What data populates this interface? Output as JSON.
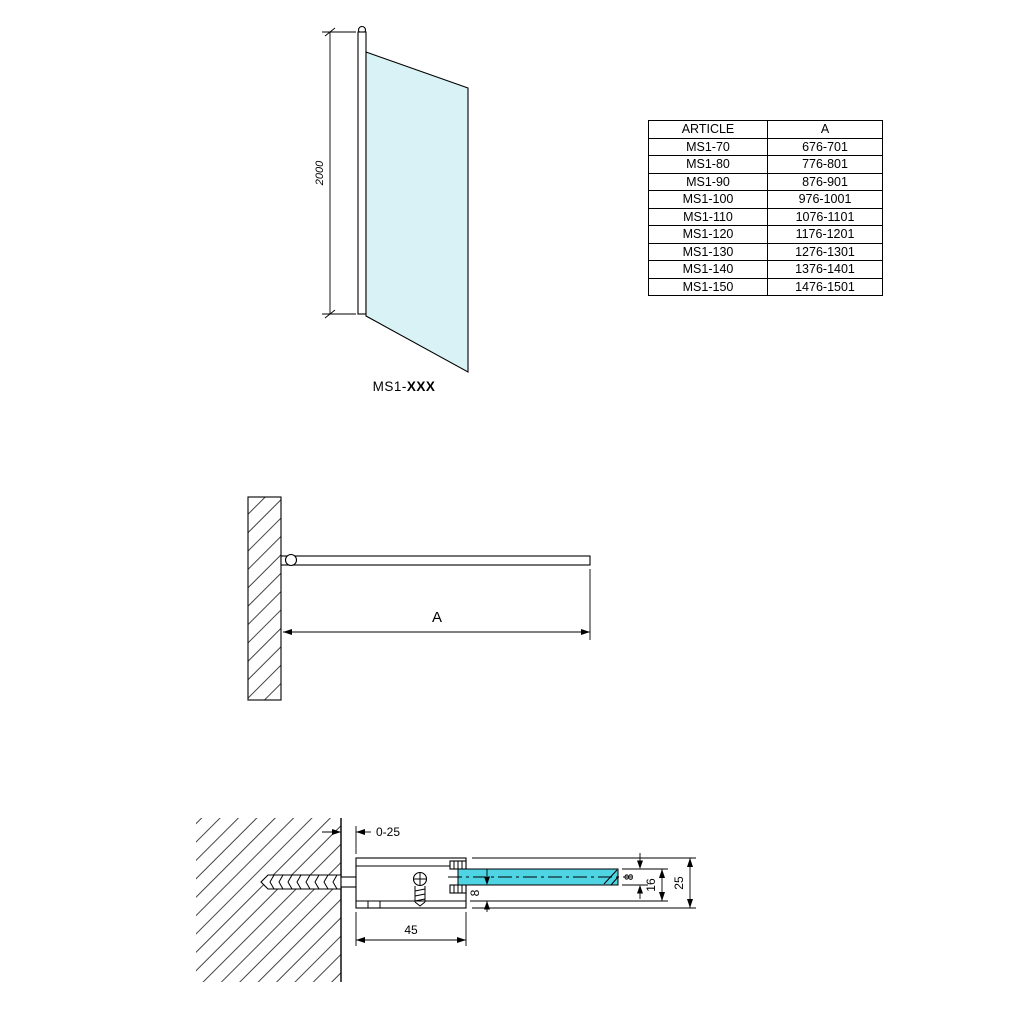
{
  "drawing": {
    "front_view": {
      "height_dim": "2000",
      "label_prefix": "MS1-",
      "label_suffix": "XXX"
    },
    "plan_view": {
      "width_dim": "A"
    },
    "section_view": {
      "wall_gap_dim": "0-25",
      "profile_width_dim": "45",
      "lip_height_dim": "8",
      "glass_thickness_dim": "8",
      "inner_height_dim": "16",
      "profile_height_dim": "25"
    }
  },
  "table": {
    "headers": [
      "ARTICLE",
      "A"
    ],
    "rows": [
      [
        "MS1-70",
        "676-701"
      ],
      [
        "MS1-80",
        "776-801"
      ],
      [
        "MS1-90",
        "876-901"
      ],
      [
        "MS1-100",
        "976-1001"
      ],
      [
        "MS1-110",
        "1076-1101"
      ],
      [
        "MS1-120",
        "1176-1201"
      ],
      [
        "MS1-130",
        "1276-1301"
      ],
      [
        "MS1-140",
        "1376-1401"
      ],
      [
        "MS1-150",
        "1476-1501"
      ]
    ]
  },
  "colors": {
    "glass_front": "#d9f2f5",
    "glass_section": "#4ed4e2",
    "line": "#000000"
  }
}
